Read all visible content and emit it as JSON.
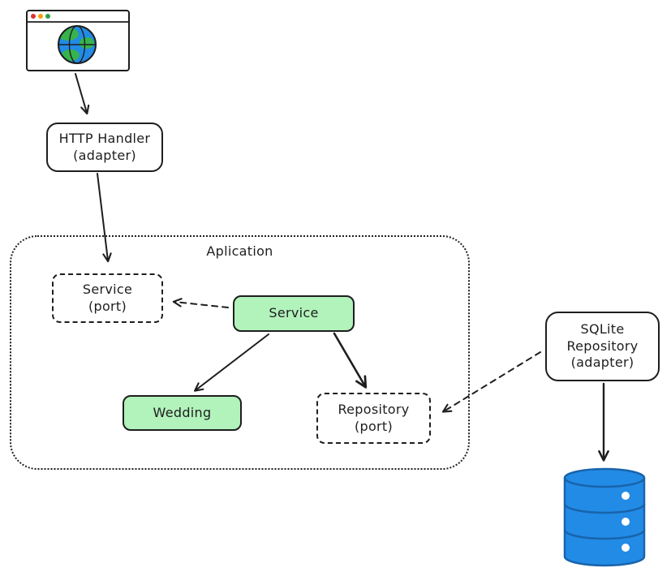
{
  "diagram": {
    "nodes": {
      "browser": {
        "type": "browser-window-icon"
      },
      "http_handler": {
        "line1": "HTTP Handler",
        "line2": "(adapter)"
      },
      "application": {
        "label": "Aplication"
      },
      "service_port": {
        "line1": "Service",
        "line2": "(port)"
      },
      "service": {
        "label": "Service"
      },
      "wedding": {
        "label": "Wedding"
      },
      "repository_port": {
        "line1": "Repository",
        "line2": "(port)"
      },
      "sqlite_repository": {
        "line1": "SQLite",
        "line2": "Repository",
        "line3": "(adapter)"
      },
      "database": {
        "type": "database-cylinder-icon"
      }
    },
    "edges": [
      {
        "from": "browser",
        "to": "http_handler",
        "style": "solid"
      },
      {
        "from": "http_handler",
        "to": "service_port",
        "style": "solid"
      },
      {
        "from": "service",
        "to": "service_port",
        "style": "dashed"
      },
      {
        "from": "service",
        "to": "wedding",
        "style": "solid"
      },
      {
        "from": "service",
        "to": "repository_port",
        "style": "solid"
      },
      {
        "from": "sqlite_repository",
        "to": "repository_port",
        "style": "dashed"
      },
      {
        "from": "sqlite_repository",
        "to": "database",
        "style": "solid"
      }
    ],
    "colors": {
      "stroke": "#1e1e1e",
      "green_fill": "#b2f2bb",
      "database_blue": "#228be6",
      "database_stroke": "#1864ab",
      "globe_blue": "#228be6",
      "globe_land_green": "#37b24d",
      "dot_red": "#e03131",
      "dot_yellow": "#f59f00",
      "dot_green": "#2f9e44"
    }
  }
}
